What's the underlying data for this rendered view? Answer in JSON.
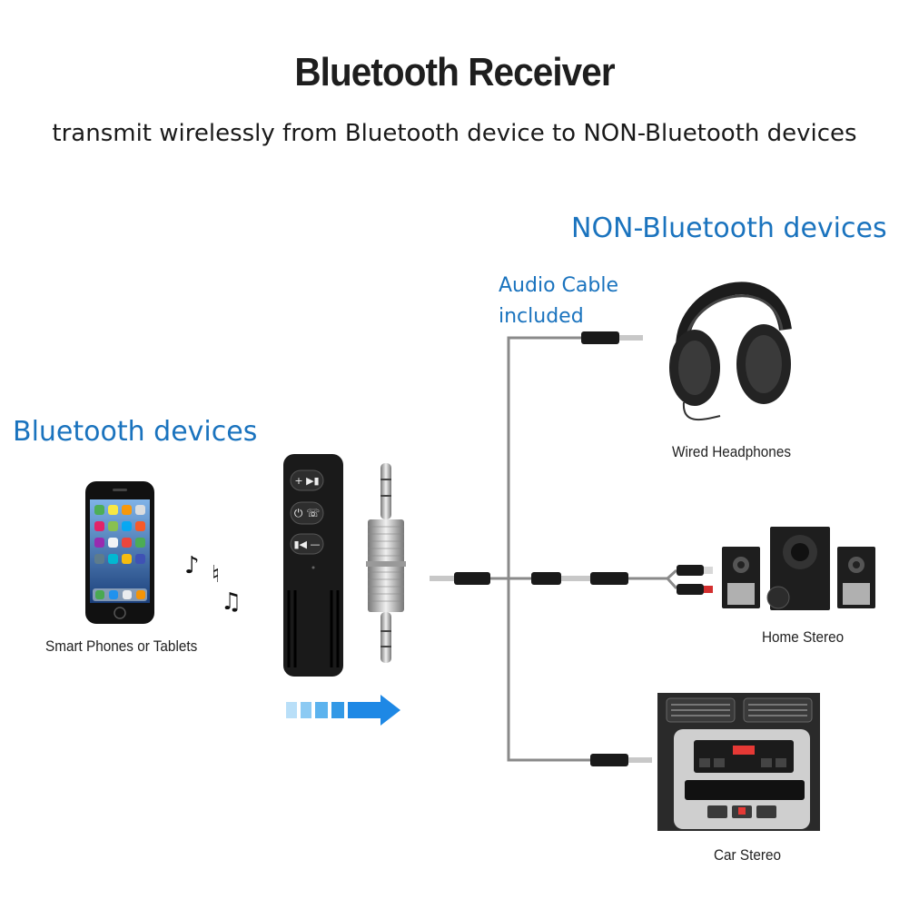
{
  "header": {
    "title": "Bluetooth Receiver",
    "subtitle": "transmit wirelessly from Bluetooth device to NON-Bluetooth devices"
  },
  "left": {
    "heading": "Bluetooth devices",
    "phone_caption": "Smart Phones or Tablets"
  },
  "right": {
    "heading": "NON-Bluetooth devices",
    "cable_label_line1": "Audio Cable",
    "cable_label_line2": "included",
    "headphones_caption": "Wired Headphones",
    "stereo_caption": "Home Stereo",
    "car_caption": "Car Stereo"
  },
  "colors": {
    "accent_blue": "#1a73be",
    "arrow_blue": "#1e88e5",
    "device_black": "#1a1a1a",
    "cable_gray": "#8a8a8a"
  },
  "icons": [
    "smartphone-icon",
    "music-notes-icon",
    "bluetooth-receiver-icon",
    "aux-jack-icon",
    "flow-arrow-icon",
    "headphones-icon",
    "speakers-icon",
    "car-stereo-icon"
  ]
}
